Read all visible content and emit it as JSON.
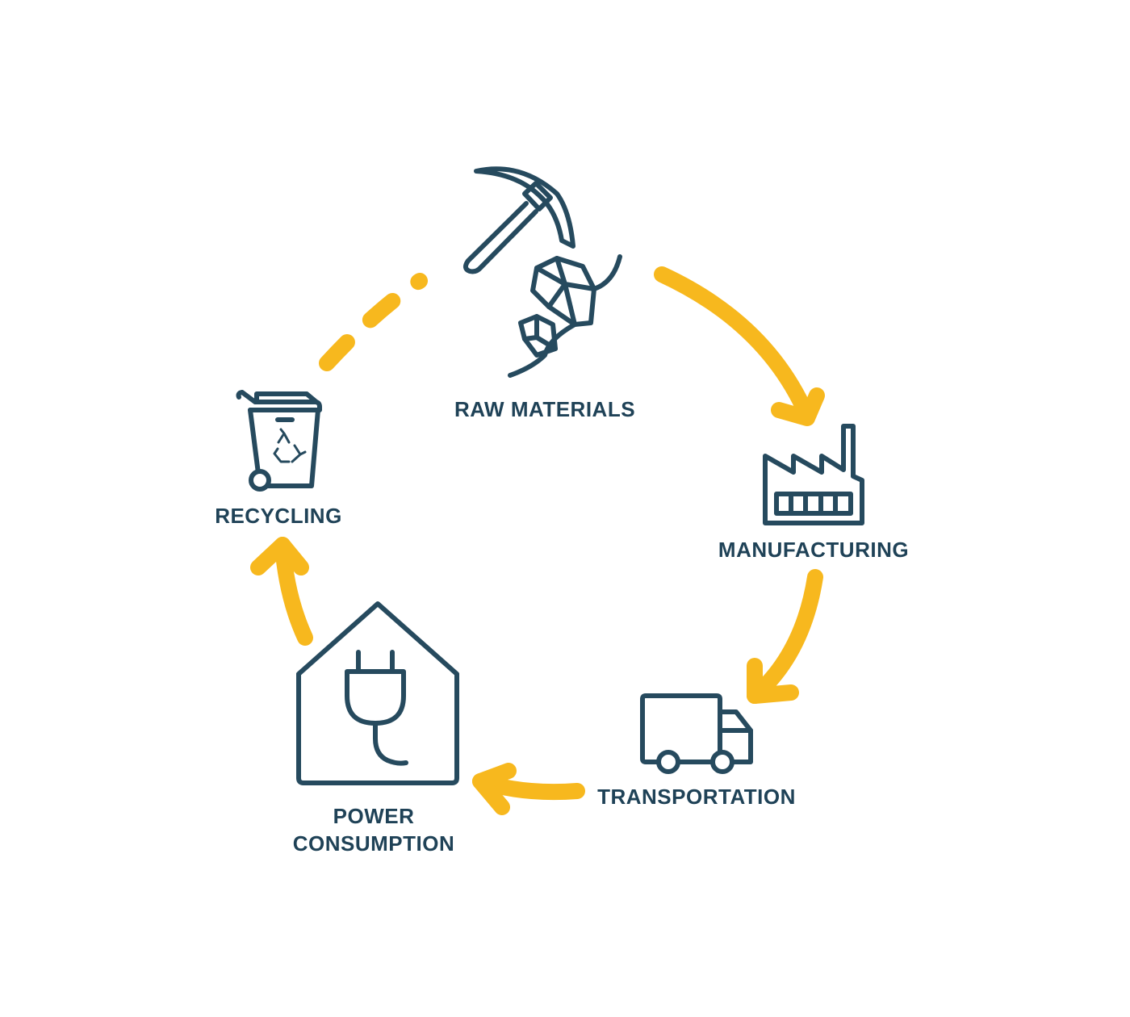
{
  "colors": {
    "arrow": "#f7b81e",
    "icon": "#264a5e",
    "text": "#1f4257",
    "background": "#ffffff"
  },
  "stages": [
    {
      "id": "raw",
      "label": "RAW MATERIALS",
      "icon": "pickaxe-ore-icon"
    },
    {
      "id": "manufacturing",
      "label": "MANUFACTURING",
      "icon": "factory-icon"
    },
    {
      "id": "transportation",
      "label": "TRANSPORTATION",
      "icon": "truck-icon"
    },
    {
      "id": "power",
      "label_line1": "POWER",
      "label_line2": "CONSUMPTION",
      "icon": "house-plug-icon"
    },
    {
      "id": "recycling",
      "label": "RECYCLING",
      "icon": "recycling-bin-icon"
    }
  ]
}
